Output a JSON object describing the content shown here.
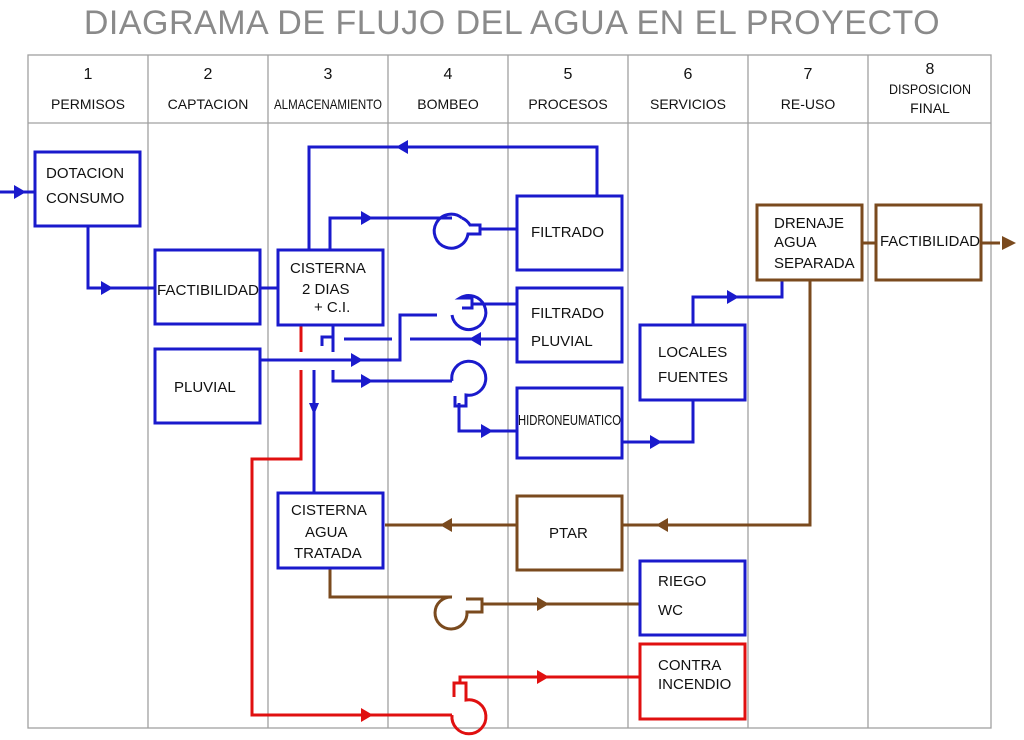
{
  "title": "DIAGRAMA DE FLUJO DEL AGUA EN EL PROYECTO",
  "colors": {
    "water": "#1a1acc",
    "wastewater": "#7a4a1e",
    "fire": "#e01010",
    "grid": "#a0a0a0",
    "title": "#8a8a8a"
  },
  "columns": [
    {
      "number": "1",
      "name": "PERMISOS"
    },
    {
      "number": "2",
      "name": "CAPTACION"
    },
    {
      "number": "3",
      "name": "ALMACENAMIENTO"
    },
    {
      "number": "4",
      "name": "BOMBEO"
    },
    {
      "number": "5",
      "name": "PROCESOS"
    },
    {
      "number": "6",
      "name": "SERVICIOS"
    },
    {
      "number": "7",
      "name": "RE-USO"
    },
    {
      "number": "8",
      "name": "DISPOSICION",
      "name2": "FINAL"
    }
  ],
  "nodes": {
    "dotacion": {
      "lines": [
        "DOTACION",
        "CONSUMO"
      ],
      "stage": 1,
      "kind": "water"
    },
    "factibilidad_captacion": {
      "lines": [
        "FACTIBILIDAD"
      ],
      "stage": 2,
      "kind": "water"
    },
    "pluvial": {
      "lines": [
        "PLUVIAL"
      ],
      "stage": 2,
      "kind": "water"
    },
    "cisterna": {
      "lines": [
        "CISTERNA",
        "2 DIAS",
        "+ C.I."
      ],
      "stage": 3,
      "kind": "water"
    },
    "cisterna_tratada": {
      "lines": [
        "CISTERNA",
        "AGUA",
        "TRATADA"
      ],
      "stage": 3,
      "kind": "water"
    },
    "filtrado": {
      "lines": [
        "FILTRADO"
      ],
      "stage": 5,
      "kind": "water"
    },
    "filtrado_pluvial": {
      "lines": [
        "FILTRADO",
        "PLUVIAL"
      ],
      "stage": 5,
      "kind": "water"
    },
    "hidroneumatico": {
      "lines": [
        "HIDRONEUMATICO"
      ],
      "stage": 5,
      "kind": "water"
    },
    "ptar": {
      "lines": [
        "PTAR"
      ],
      "stage": 5,
      "kind": "wastewater"
    },
    "locales": {
      "lines": [
        "LOCALES",
        "FUENTES"
      ],
      "stage": 6,
      "kind": "water"
    },
    "riego": {
      "lines": [
        "RIEGO",
        "WC"
      ],
      "stage": 6,
      "kind": "water"
    },
    "contra_incendio": {
      "lines": [
        "CONTRA",
        "INCENDIO"
      ],
      "stage": 6,
      "kind": "fire"
    },
    "drenaje": {
      "lines": [
        "DRENAJE",
        "AGUA",
        "SEPARADA"
      ],
      "stage": 7,
      "kind": "wastewater"
    },
    "factibilidad_final": {
      "lines": [
        "FACTIBILIDAD"
      ],
      "stage": 8,
      "kind": "wastewater"
    }
  },
  "edges": [
    {
      "from": "input",
      "to": "dotacion",
      "kind": "water"
    },
    {
      "from": "dotacion",
      "to": "factibilidad_captacion",
      "kind": "water"
    },
    {
      "from": "factibilidad_captacion",
      "to": "cisterna",
      "kind": "water"
    },
    {
      "from": "cisterna",
      "to": "filtrado",
      "via": "pump",
      "kind": "water"
    },
    {
      "from": "filtrado",
      "to": "cisterna",
      "kind": "water"
    },
    {
      "from": "pluvial",
      "to": "filtrado_pluvial",
      "via": "pump",
      "kind": "water"
    },
    {
      "from": "filtrado_pluvial",
      "to": "cisterna",
      "kind": "water"
    },
    {
      "from": "cisterna",
      "to": "hidroneumatico",
      "via": "pump",
      "kind": "water"
    },
    {
      "from": "cisterna",
      "to": "cisterna_tratada",
      "kind": "water"
    },
    {
      "from": "hidroneumatico",
      "to": "locales",
      "kind": "water"
    },
    {
      "from": "locales",
      "to": "drenaje",
      "kind": "water"
    },
    {
      "from": "drenaje",
      "to": "factibilidad_final",
      "kind": "wastewater"
    },
    {
      "from": "factibilidad_final",
      "to": "output",
      "kind": "wastewater"
    },
    {
      "from": "drenaje",
      "to": "ptar",
      "kind": "wastewater"
    },
    {
      "from": "ptar",
      "to": "cisterna_tratada",
      "kind": "wastewater"
    },
    {
      "from": "cisterna_tratada",
      "to": "riego",
      "via": "pump",
      "kind": "wastewater"
    },
    {
      "from": "cisterna",
      "to": "contra_incendio",
      "via": "pump",
      "kind": "fire"
    }
  ]
}
